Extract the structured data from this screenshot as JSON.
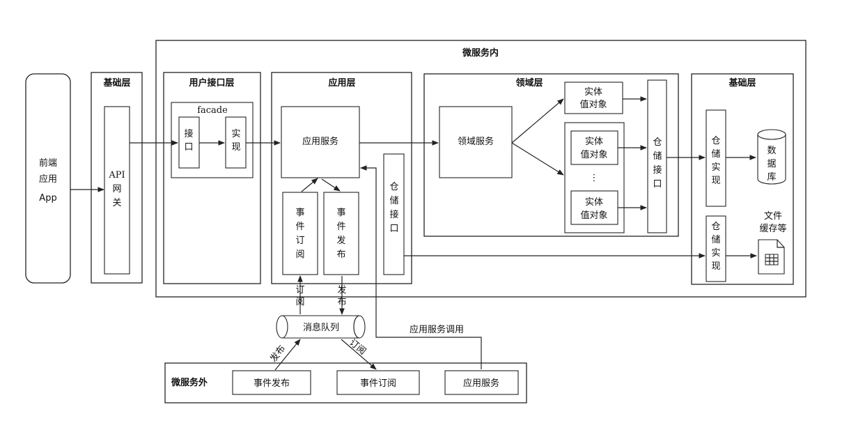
{
  "frontend": {
    "line1": "前端",
    "line2": "应用",
    "line3": "App"
  },
  "base_layer_left": {
    "title": "基础层",
    "gateway": [
      "API",
      "网",
      "关"
    ]
  },
  "inside_ms": {
    "title": "微服务内"
  },
  "ui_layer": {
    "title": "用户接口层",
    "facade": "facade",
    "interface": [
      "接",
      "口"
    ],
    "impl": [
      "实",
      "现"
    ]
  },
  "app_layer": {
    "title": "应用层",
    "app_service": "应用服务",
    "event_subscribe": [
      "事",
      "件",
      "订",
      "阅"
    ],
    "event_publish": [
      "事",
      "件",
      "发",
      "布"
    ],
    "repo_interface": [
      "仓",
      "储",
      "接",
      "口"
    ]
  },
  "domain_layer": {
    "title": "领域层",
    "domain_service": "领域服务",
    "entity_top": [
      "实体",
      "值对象"
    ],
    "entity_mid": [
      "实体",
      "值对象"
    ],
    "ellipsis": "⋮",
    "entity_bottom": [
      "实体",
      "值对象"
    ],
    "repo_interface": [
      "仓",
      "储",
      "接",
      "口"
    ]
  },
  "base_layer_right": {
    "title": "基础层",
    "repo_impl_1": [
      "仓",
      "储",
      "实",
      "现"
    ],
    "database": [
      "数",
      "据",
      "库"
    ],
    "repo_impl_2": [
      "仓",
      "储",
      "实",
      "现"
    ],
    "file_cache": [
      "文件",
      "缓存等"
    ]
  },
  "mq": {
    "label": "消息队列",
    "subscribe_label": [
      "订",
      "阅"
    ],
    "publish_label": [
      "发",
      "布"
    ]
  },
  "outside": {
    "title": "微服务外",
    "event_publish": "事件发布",
    "event_subscribe": "事件订阅",
    "app_service": "应用服务",
    "publish_edge_label": "发布",
    "subscribe_edge_label": "订阅",
    "app_call_label": "应用服务调用"
  }
}
